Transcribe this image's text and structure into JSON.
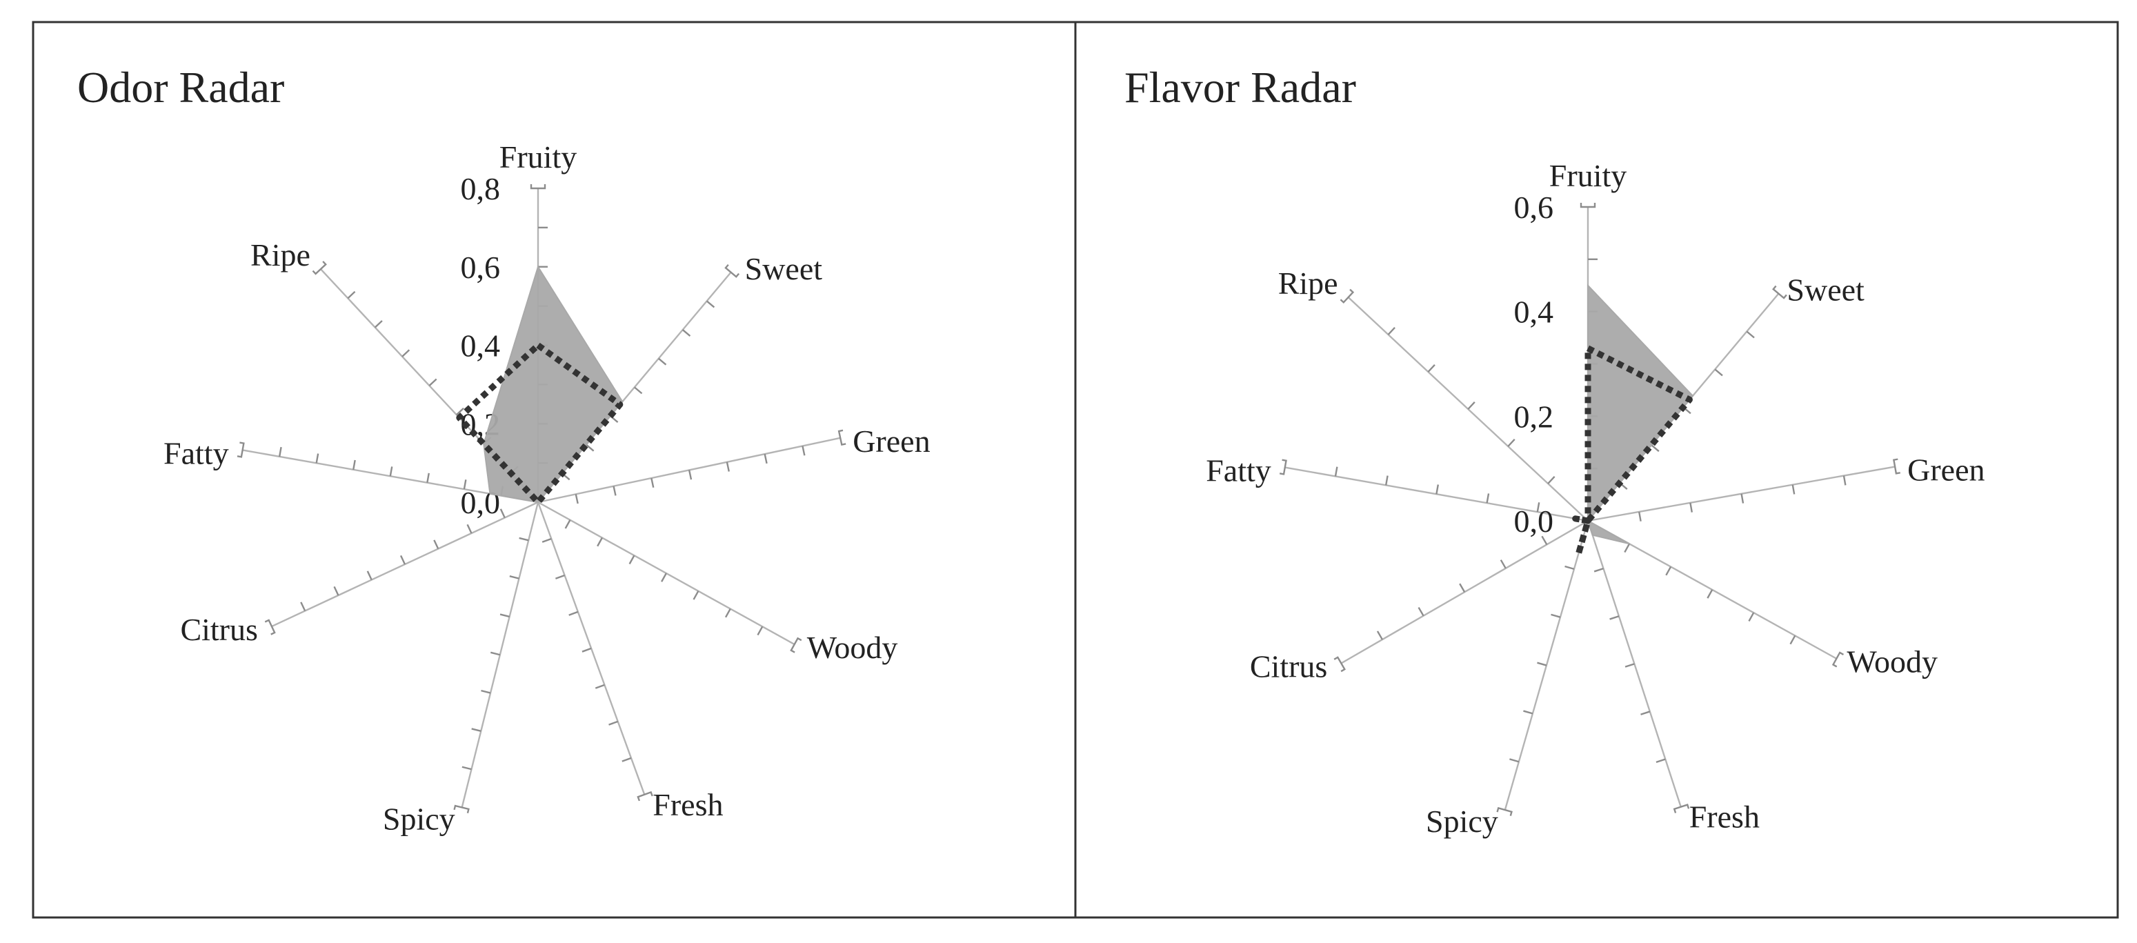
{
  "chart_data": [
    {
      "type": "radar",
      "title": "Odor Radar",
      "axes": [
        "Fruity",
        "Sweet",
        "Green",
        "Woody",
        "Fresh",
        "Spicy",
        "Citrus",
        "Fatty",
        "Ripe"
      ],
      "ticks": [
        "0,0",
        "0,2",
        "0,4",
        "0,6",
        "0,8"
      ],
      "rlim": [
        0,
        0.8
      ],
      "grid": false,
      "legend": "none",
      "series": [
        {
          "style": "filled-grey",
          "color": "#a9a9a9",
          "values": [
            0.6,
            0.35,
            0.0,
            0.0,
            0.0,
            0.0,
            0.0,
            0.13,
            0.2
          ]
        },
        {
          "style": "dotted-dark",
          "color": "#333333",
          "values": [
            0.4,
            0.34,
            0.0,
            0.0,
            0.0,
            0.0,
            0.0,
            0.0,
            0.29
          ]
        }
      ]
    },
    {
      "type": "radar",
      "title": "Flavor Radar",
      "axes": [
        "Fruity",
        "Sweet",
        "Green",
        "Woody",
        "Fresh",
        "Spicy",
        "Citrus",
        "Fatty",
        "Ripe"
      ],
      "ticks": [
        "0,0",
        "0,2",
        "0,4",
        "0,6"
      ],
      "rlim": [
        0,
        0.6
      ],
      "grid": false,
      "legend": "none",
      "series": [
        {
          "style": "filled-grey",
          "color": "#a9a9a9",
          "values": [
            0.45,
            0.33,
            0.0,
            0.1,
            0.03,
            0.0,
            0.0,
            0.0,
            0.0
          ]
        },
        {
          "style": "dotted-dark",
          "color": "#333333",
          "values": [
            0.33,
            0.32,
            0.0,
            0.0,
            0.0,
            0.07,
            0.0,
            0.025,
            0.0
          ]
        }
      ]
    }
  ]
}
